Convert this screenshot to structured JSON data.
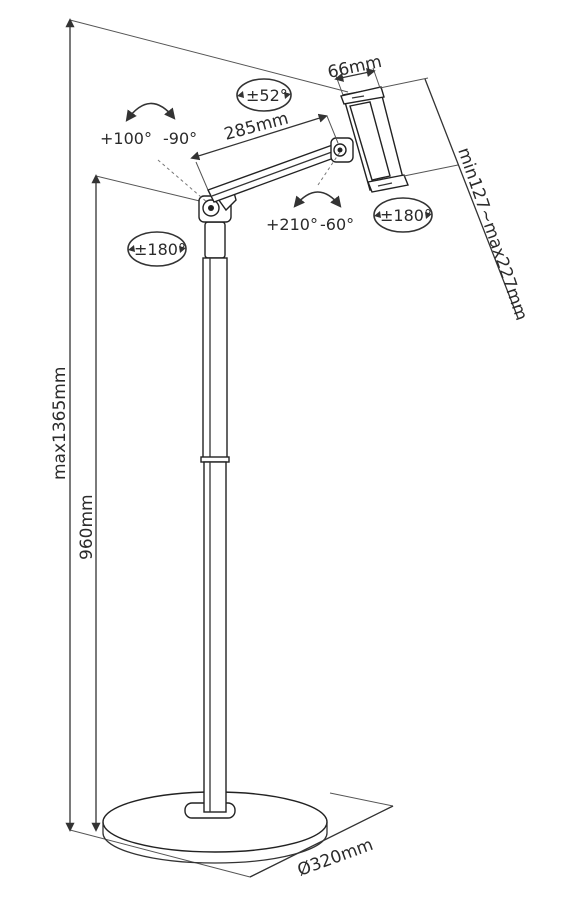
{
  "labels": {
    "max_height": "max1365mm",
    "min_height": "960mm",
    "base_diameter": "Ø320mm",
    "arm_length": "285mm",
    "holder_depth": "66mm",
    "holder_range": "min127~max227mm"
  },
  "angles": {
    "tilt_up": "+100°",
    "tilt_down": "-90°",
    "head_tilt": "±52°",
    "elbow_up": "+210°",
    "elbow_down": "-60°",
    "holder_rotate": "±180°",
    "joint_rotate": "±180°"
  }
}
